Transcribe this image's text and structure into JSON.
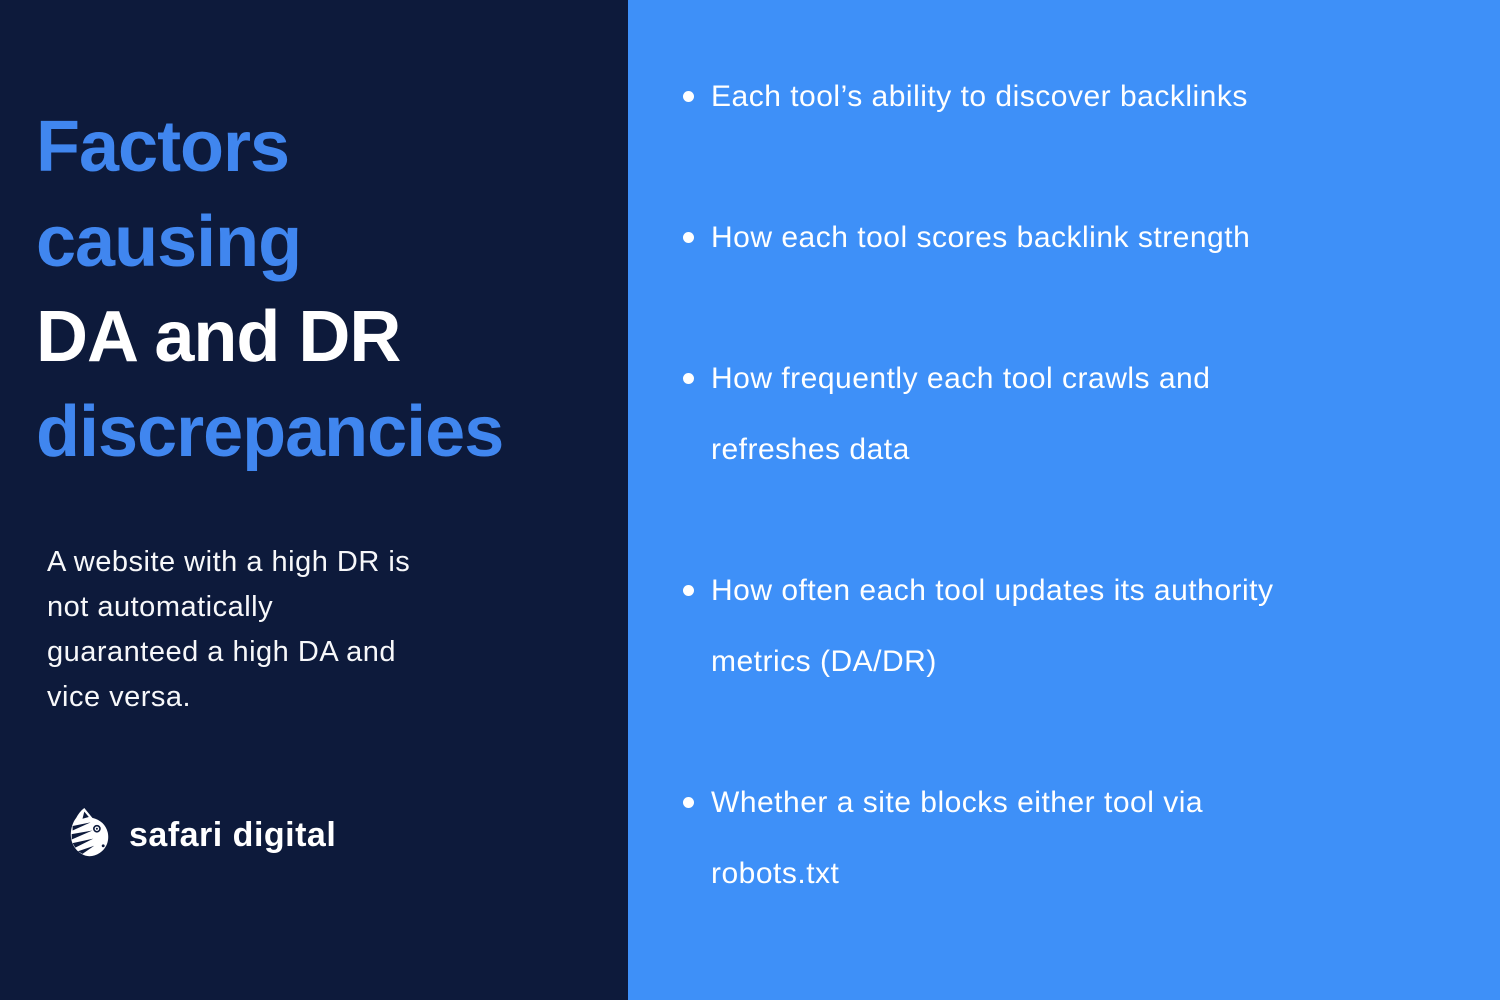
{
  "colors": {
    "navy": "#0D1A3B",
    "panel_blue": "#3E90F8",
    "title_blue": "#4086EF",
    "white": "#FFFFFF"
  },
  "left_panel": {
    "title_lines": [
      {
        "text": "Factors",
        "color": "blue"
      },
      {
        "text": "causing",
        "color": "blue"
      },
      {
        "text": "DA and DR",
        "color": "white"
      },
      {
        "text": "discrepancies",
        "color": "blue"
      }
    ],
    "description": "A website with a high DR is\nnot automatically\nguaranteed a high DA and\nvice versa.",
    "logo": {
      "icon": "zebra-icon",
      "text": "safari digital"
    }
  },
  "right_panel": {
    "bullets": [
      "Each tool’s ability to discover backlinks",
      "How each tool scores backlink strength",
      "How frequently each tool crawls and\nrefreshes data",
      "How often each tool updates its authority\nmetrics (DA/DR)",
      "Whether a site blocks either tool via\nrobots.txt"
    ]
  }
}
